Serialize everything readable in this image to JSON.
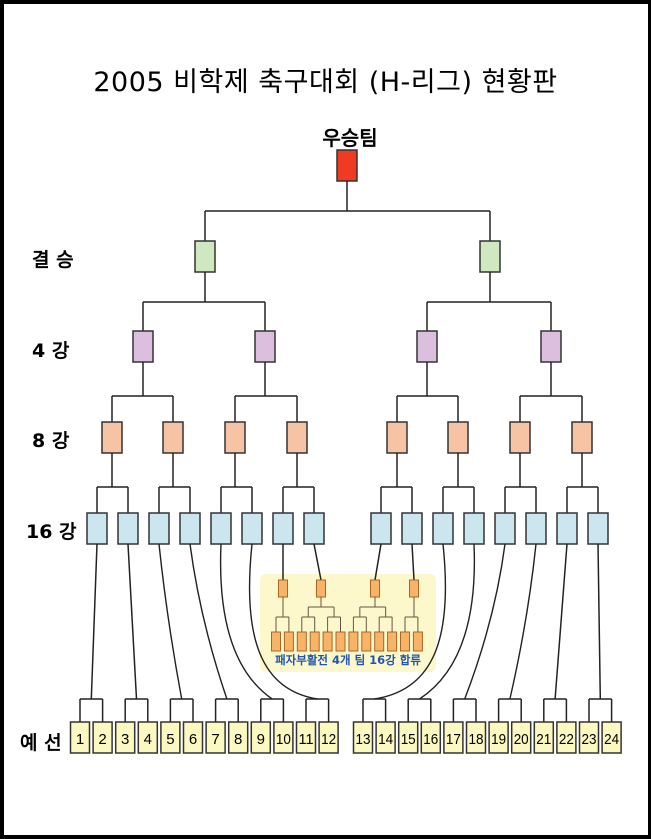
{
  "title": "2005 비학제 축구대회 (H-리그) 현황판",
  "winner_label": "우승팀",
  "round_labels": {
    "final": "결 승",
    "semifinal": "4 강",
    "quarterfinal": "8 강",
    "round16": "16 강",
    "prelim": "예 선"
  },
  "repechage": {
    "caption": "패자부활전 4개 팀 16강 합류",
    "qualifiers": 4,
    "entrants": 12
  },
  "prelim_teams": [
    "1",
    "2",
    "3",
    "4",
    "5",
    "6",
    "7",
    "8",
    "9",
    "10",
    "11",
    "12",
    "13",
    "14",
    "15",
    "16",
    "17",
    "18",
    "19",
    "20",
    "21",
    "22",
    "23",
    "24"
  ],
  "colors": {
    "winner": "#f03a22",
    "final": "#cfe8bf",
    "semifinal": "#dcbfdf",
    "quarterfinal": "#f6c4a5",
    "round16": "#cce6f0",
    "prelim": "#fbf8c0",
    "repechage_box": "#f7b468",
    "repechage_bg": "#fdf8cc",
    "caption": "#2255aa"
  }
}
